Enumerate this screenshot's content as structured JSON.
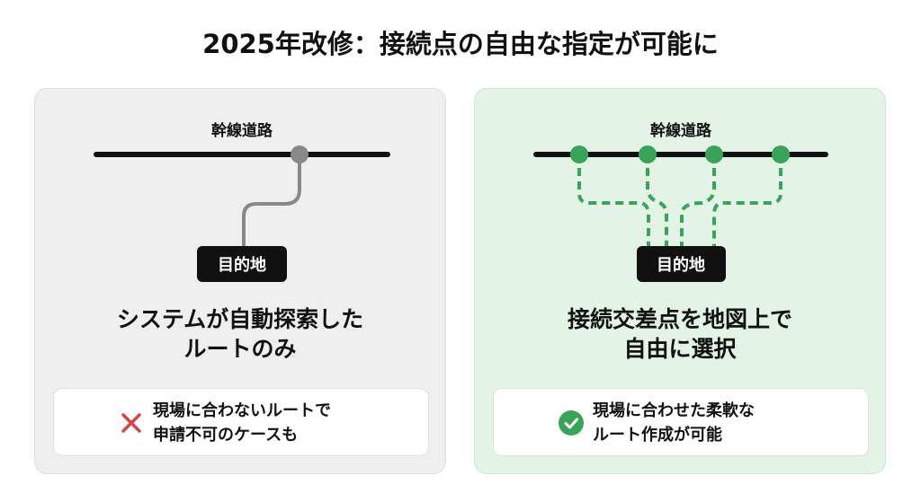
{
  "title": "2025年改修：接続点の自由な指定が可能に",
  "left": {
    "road_label": "幹線道路",
    "destination": "目的地",
    "heading_line1": "システムが自動探索した",
    "heading_line2": "ルートのみ",
    "note_line1": "現場に合わないルートで",
    "note_line2": "申請不可のケースも",
    "icon": "cross-icon",
    "color": "#d24545"
  },
  "right": {
    "road_label": "幹線道路",
    "destination": "目的地",
    "heading_line1": "接続交差点を地図上で",
    "heading_line2": "自由に選択",
    "note_line1": "現場に合わせた柔軟な",
    "note_line2": "ルート作成が可能",
    "icon": "check-circle-icon",
    "color": "#3aa35a"
  }
}
